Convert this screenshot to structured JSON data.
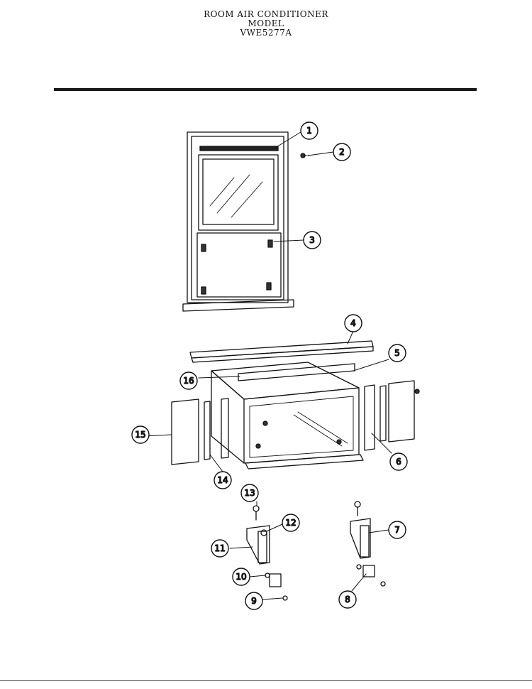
{
  "title": {
    "line1": "ROOM AIR CONDITIONER",
    "line2": "MODEL",
    "line3": "VWE5277A"
  },
  "callouts": [
    "1",
    "2",
    "3",
    "4",
    "5",
    "6",
    "7",
    "8",
    "9",
    "10",
    "11",
    "12",
    "13",
    "14",
    "15",
    "16"
  ]
}
